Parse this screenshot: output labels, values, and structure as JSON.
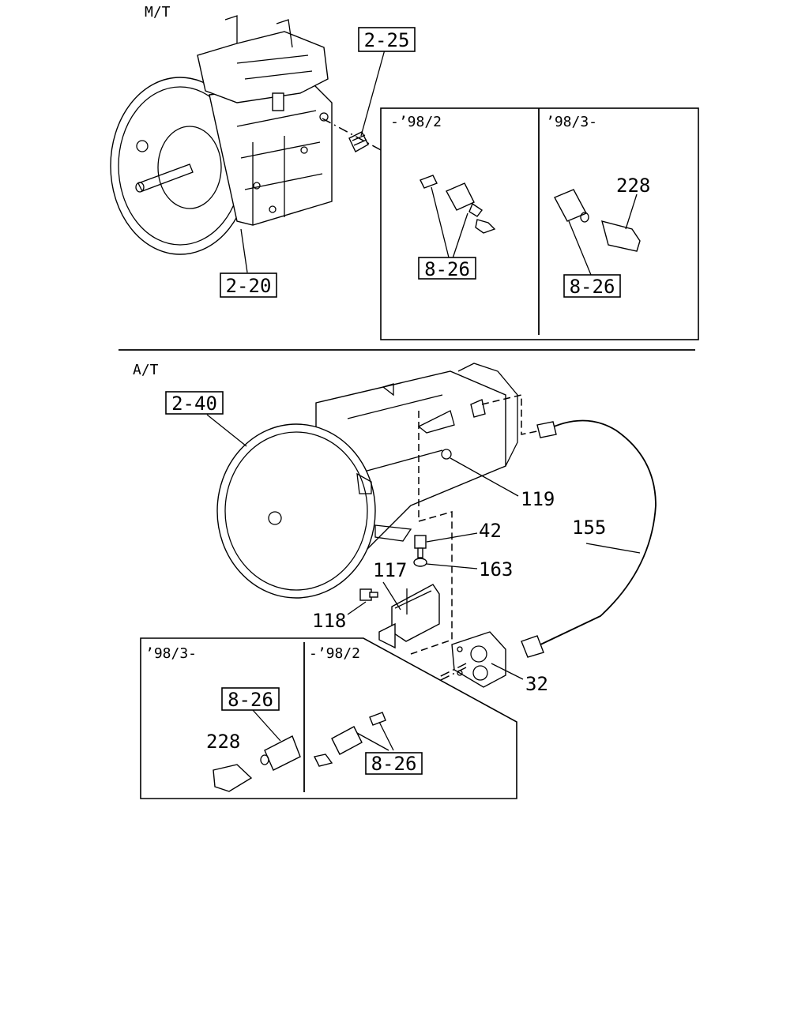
{
  "sections": {
    "manual": "M/T",
    "automatic": "A/T"
  },
  "refs": {
    "transmission_mt": "2-20",
    "transmission_at": "2-40",
    "speedo_sensor_mt": "2-25",
    "sensor_mt_a": "8-26",
    "sensor_mt_b": "8-26",
    "sensor_at_a": "8-26",
    "sensor_at_b": "8-26"
  },
  "parts": {
    "clip_mt": "228",
    "clip_at": "228",
    "nut": "119",
    "bolt": "42",
    "washer": "163",
    "cable": "155",
    "bracket": "117",
    "bracket_bolt": "118",
    "gear_box": "32"
  },
  "periods": {
    "mt_early": "-’98/2",
    "mt_late": "’98/3-",
    "at_late": "’98/3-",
    "at_early": "-’98/2"
  }
}
